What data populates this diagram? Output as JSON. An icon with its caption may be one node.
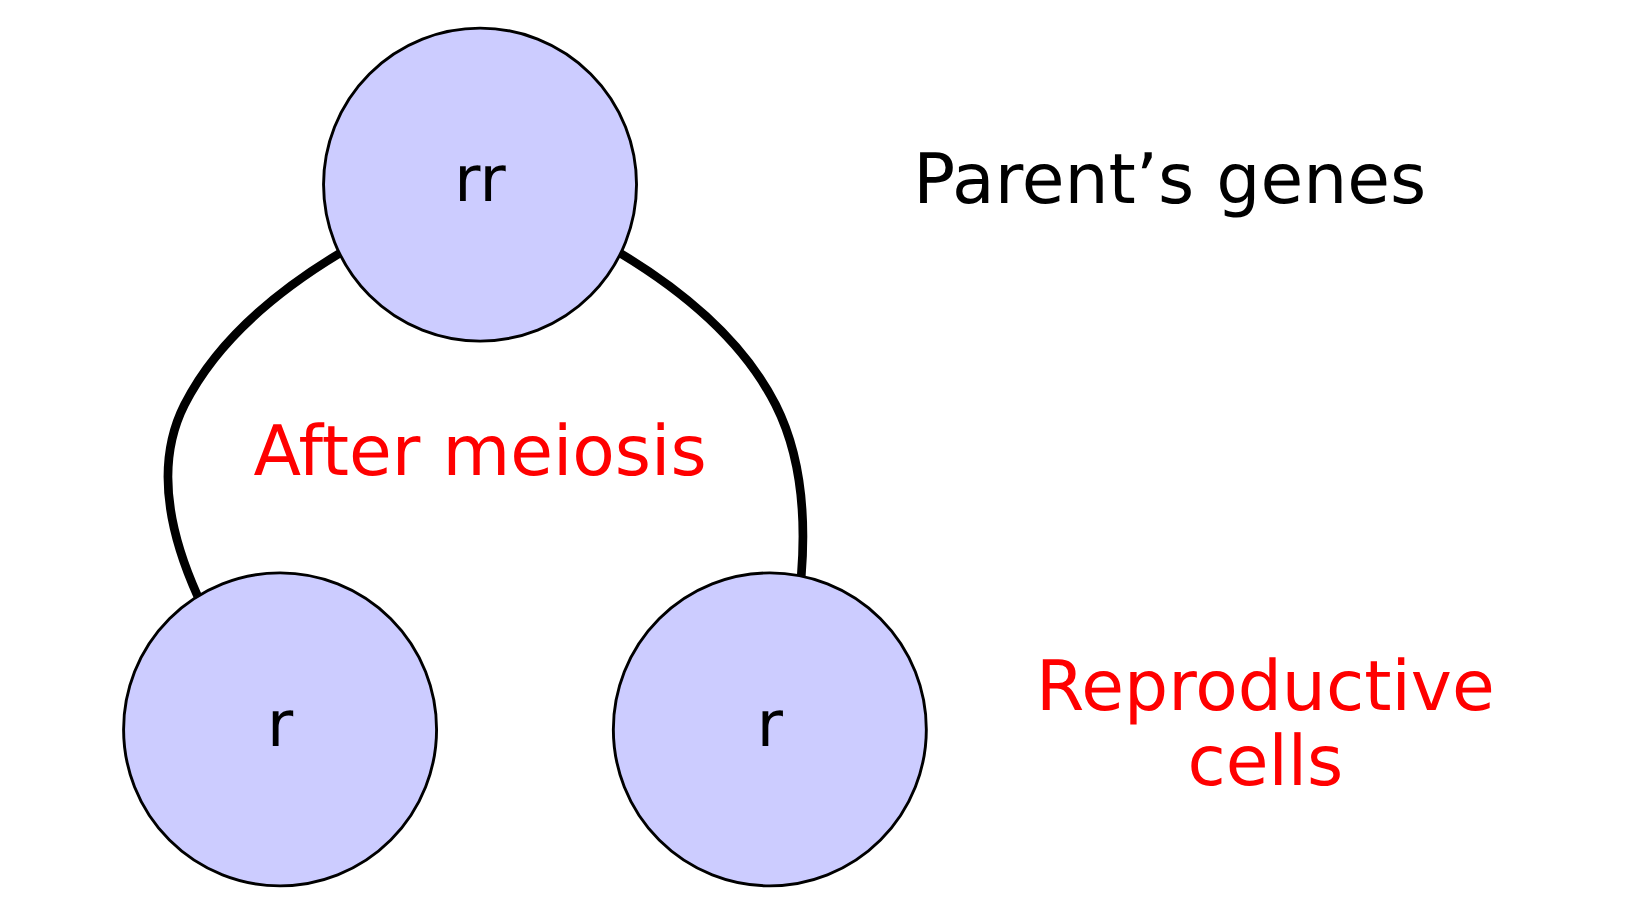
{
  "diagram": {
    "nodes": [
      {
        "text": [
          "rr"
        ]
      },
      {
        "text": [
          "r"
        ]
      },
      {
        "text": [
          "r"
        ]
      }
    ],
    "edges": [
      {
        "from": 0,
        "to": 1,
        "arrow": "none"
      },
      {
        "from": 0,
        "to": 2,
        "arrow": "none"
      }
    ],
    "labels": [
      "Parent’s genes",
      "After meiosis",
      "Reproductive cells"
    ]
  }
}
